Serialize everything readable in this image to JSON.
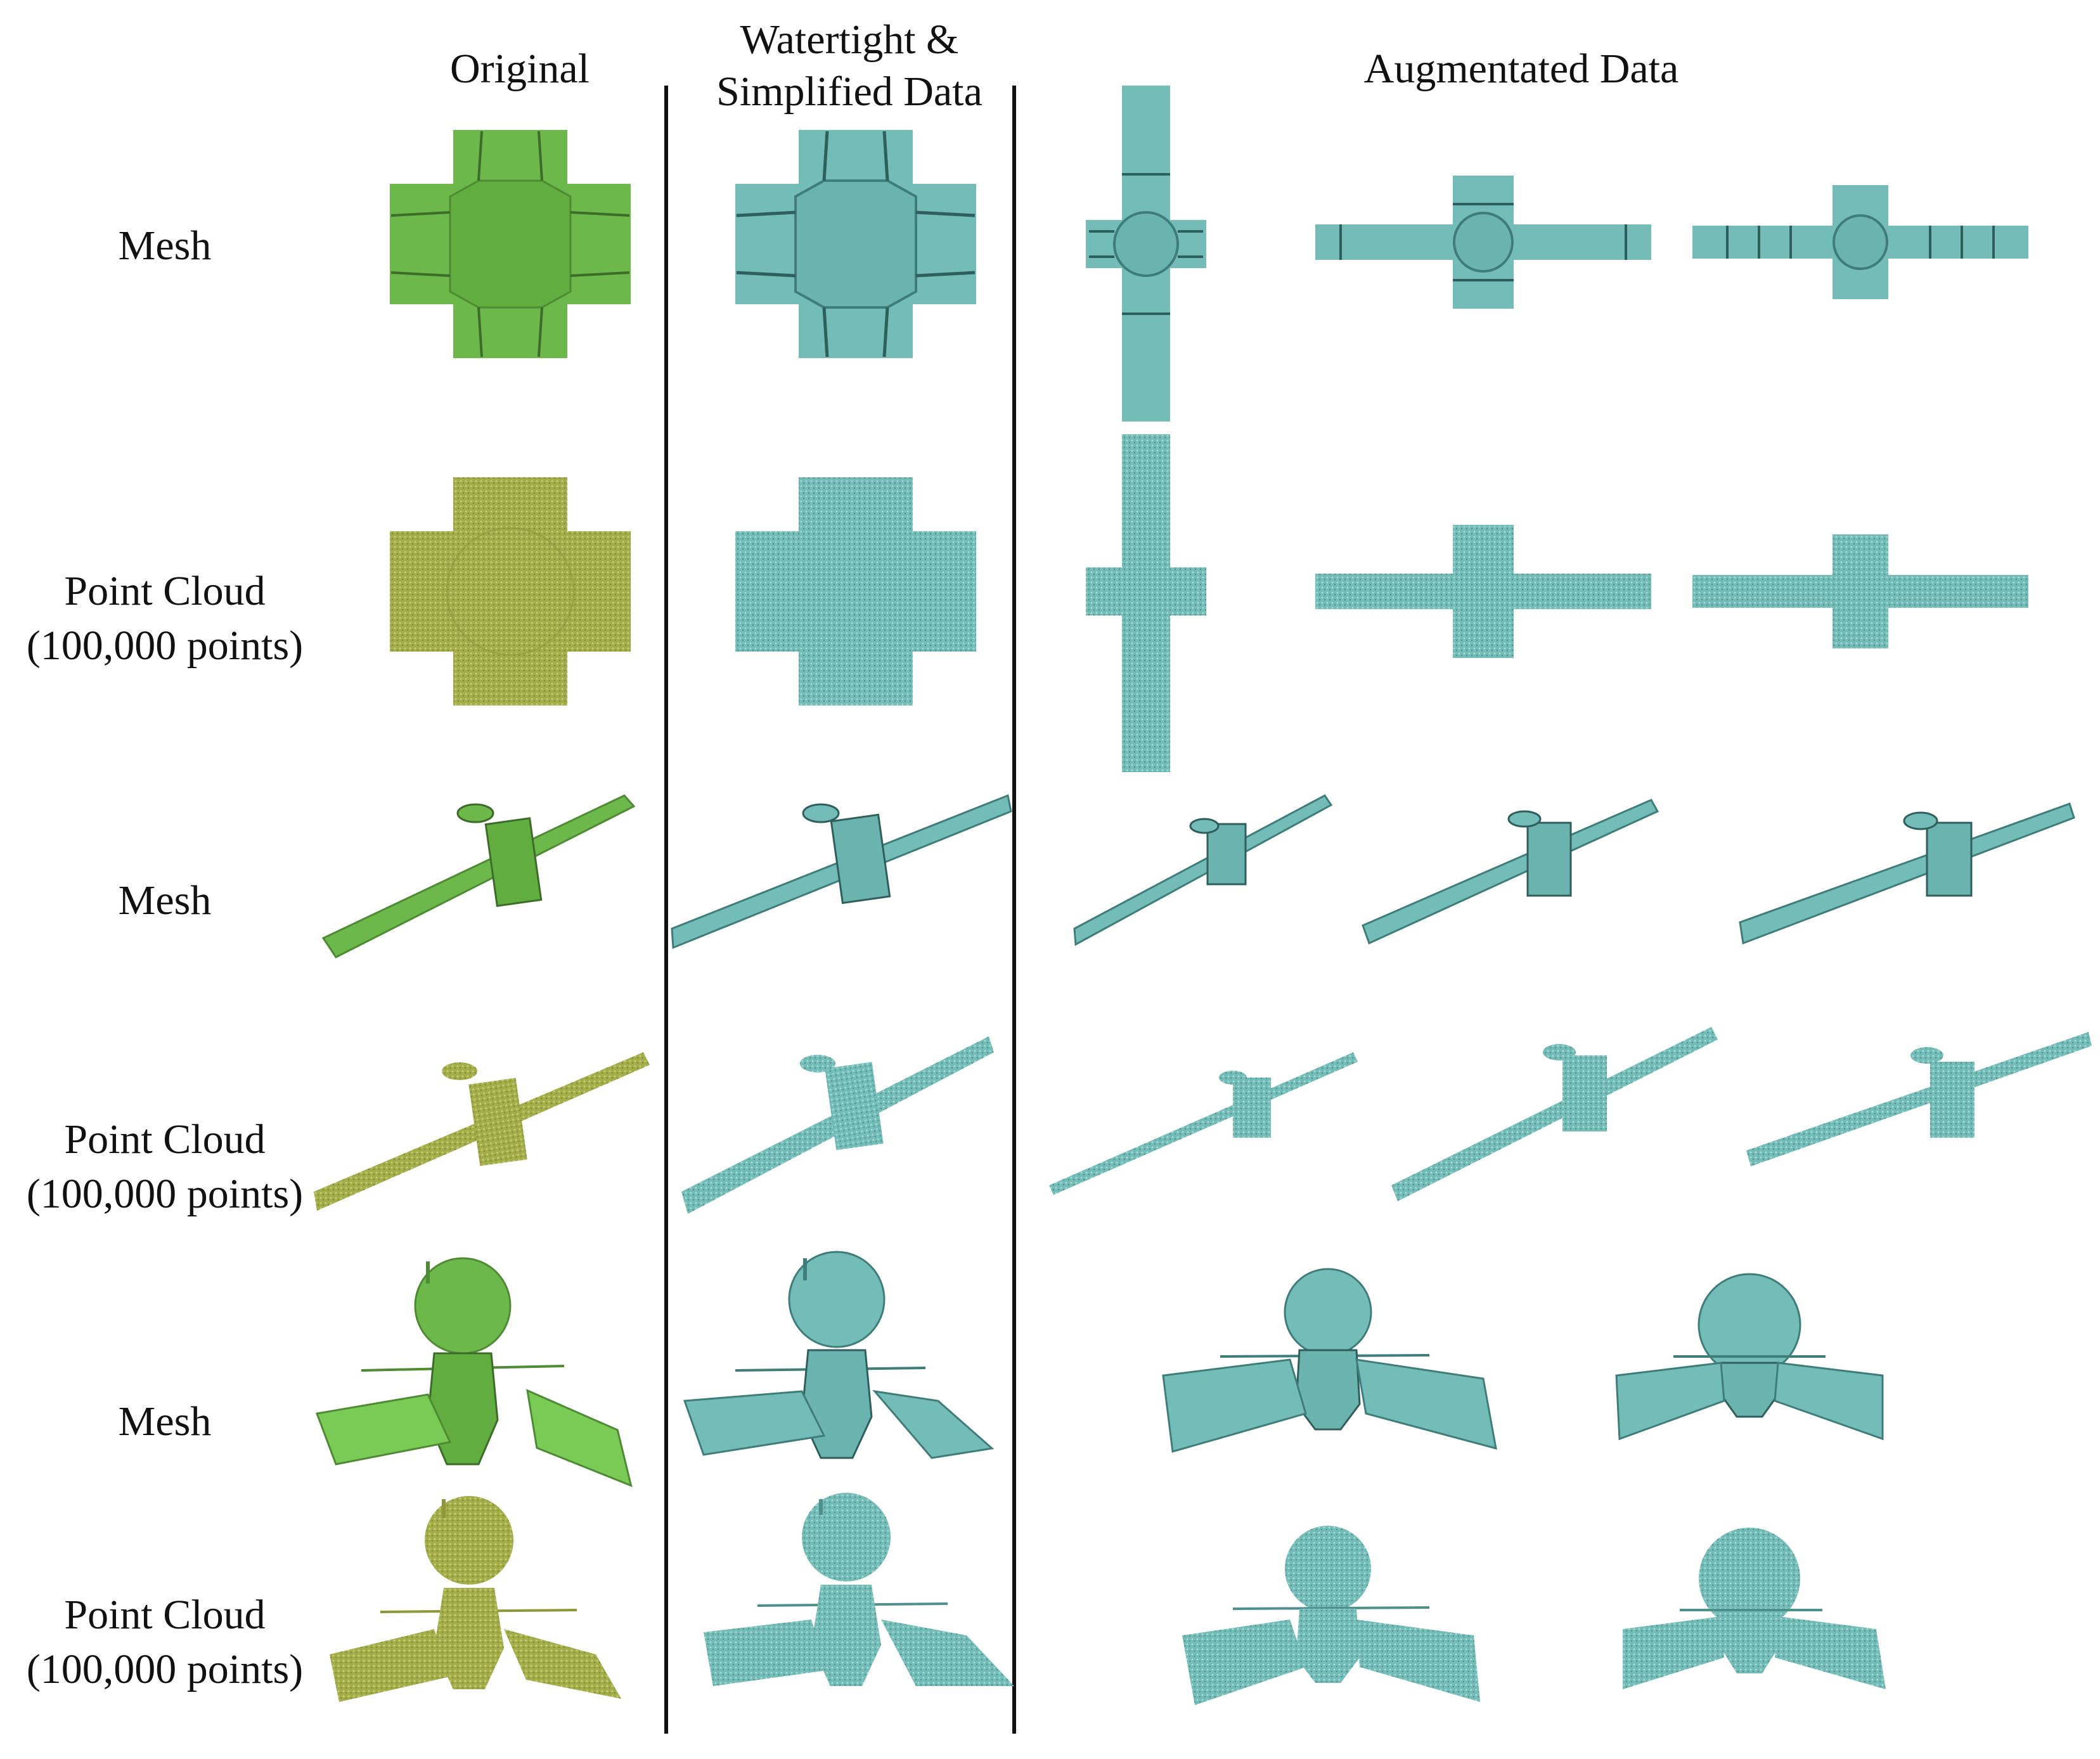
{
  "headers": {
    "original": "Original",
    "watertight_line1": "Watertight &",
    "watertight_line2": "Simplified Data",
    "augmented": "Augmentated Data"
  },
  "rows": [
    {
      "line1": "Mesh",
      "line2": ""
    },
    {
      "line1": "Point Cloud",
      "line2": "(100,000 points)"
    },
    {
      "line1": "Mesh",
      "line2": ""
    },
    {
      "line1": "Point Cloud",
      "line2": "(100,000 points)"
    },
    {
      "line1": "Mesh",
      "line2": ""
    },
    {
      "line1": "Point Cloud",
      "line2": "(100,000 points)"
    }
  ],
  "colors": {
    "original_mesh": "#6db84a",
    "original_points": "#a3ad49",
    "processed": "#73bcb8",
    "processed_dark": "#4f8f8c",
    "divider": "#111111"
  }
}
